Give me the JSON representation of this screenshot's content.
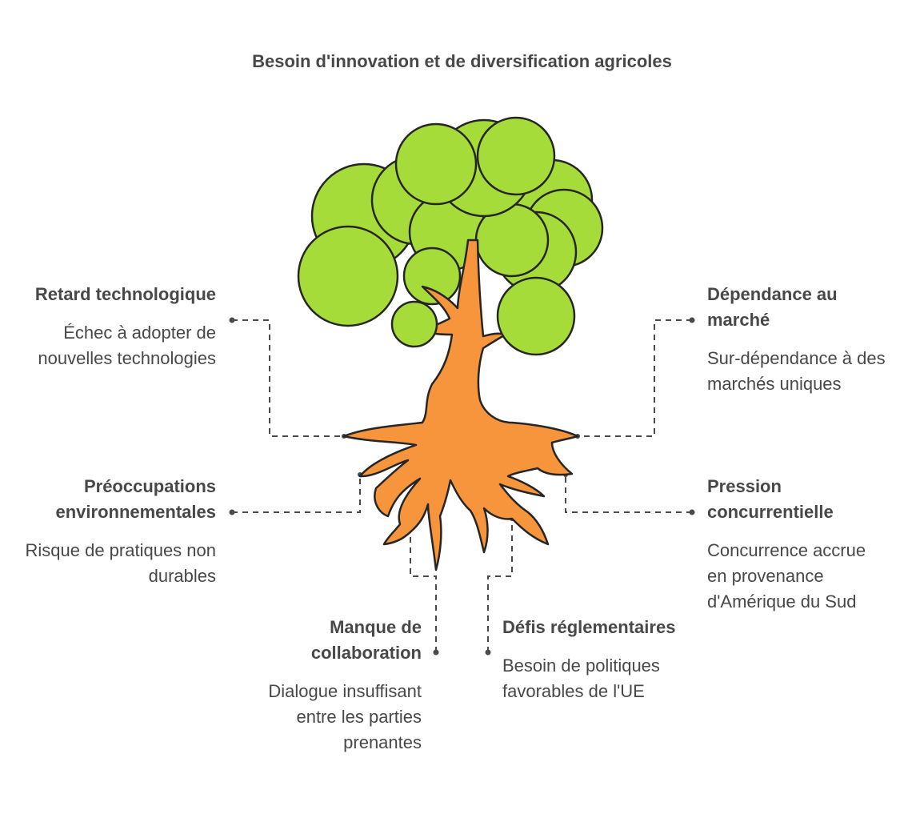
{
  "title": "Besoin d'innovation et de diversification agricoles",
  "items": [
    {
      "heading": "Retard technologique",
      "text": "Échec à adopter de nouvelles technologies"
    },
    {
      "heading": "Préoccupations environnementales",
      "text": "Risque de pratiques non durables"
    },
    {
      "heading": "Manque de collaboration",
      "text": "Dialogue insuffisant entre les parties prenantes"
    },
    {
      "heading": "Défis réglementaires",
      "text": "Besoin de politiques favorables de l'UE"
    },
    {
      "heading": "Pression concurrentielle",
      "text": "Concurrence accrue en provenance d'Amérique du Sud"
    },
    {
      "heading": "Dépendance au marché",
      "text": "Sur-dépendance à des marchés uniques"
    }
  ],
  "colors": {
    "foliage": "#a6dc3a",
    "trunk": "#f7953d",
    "outline": "#262626",
    "text": "#484848",
    "connector": "#4a4a4a"
  }
}
